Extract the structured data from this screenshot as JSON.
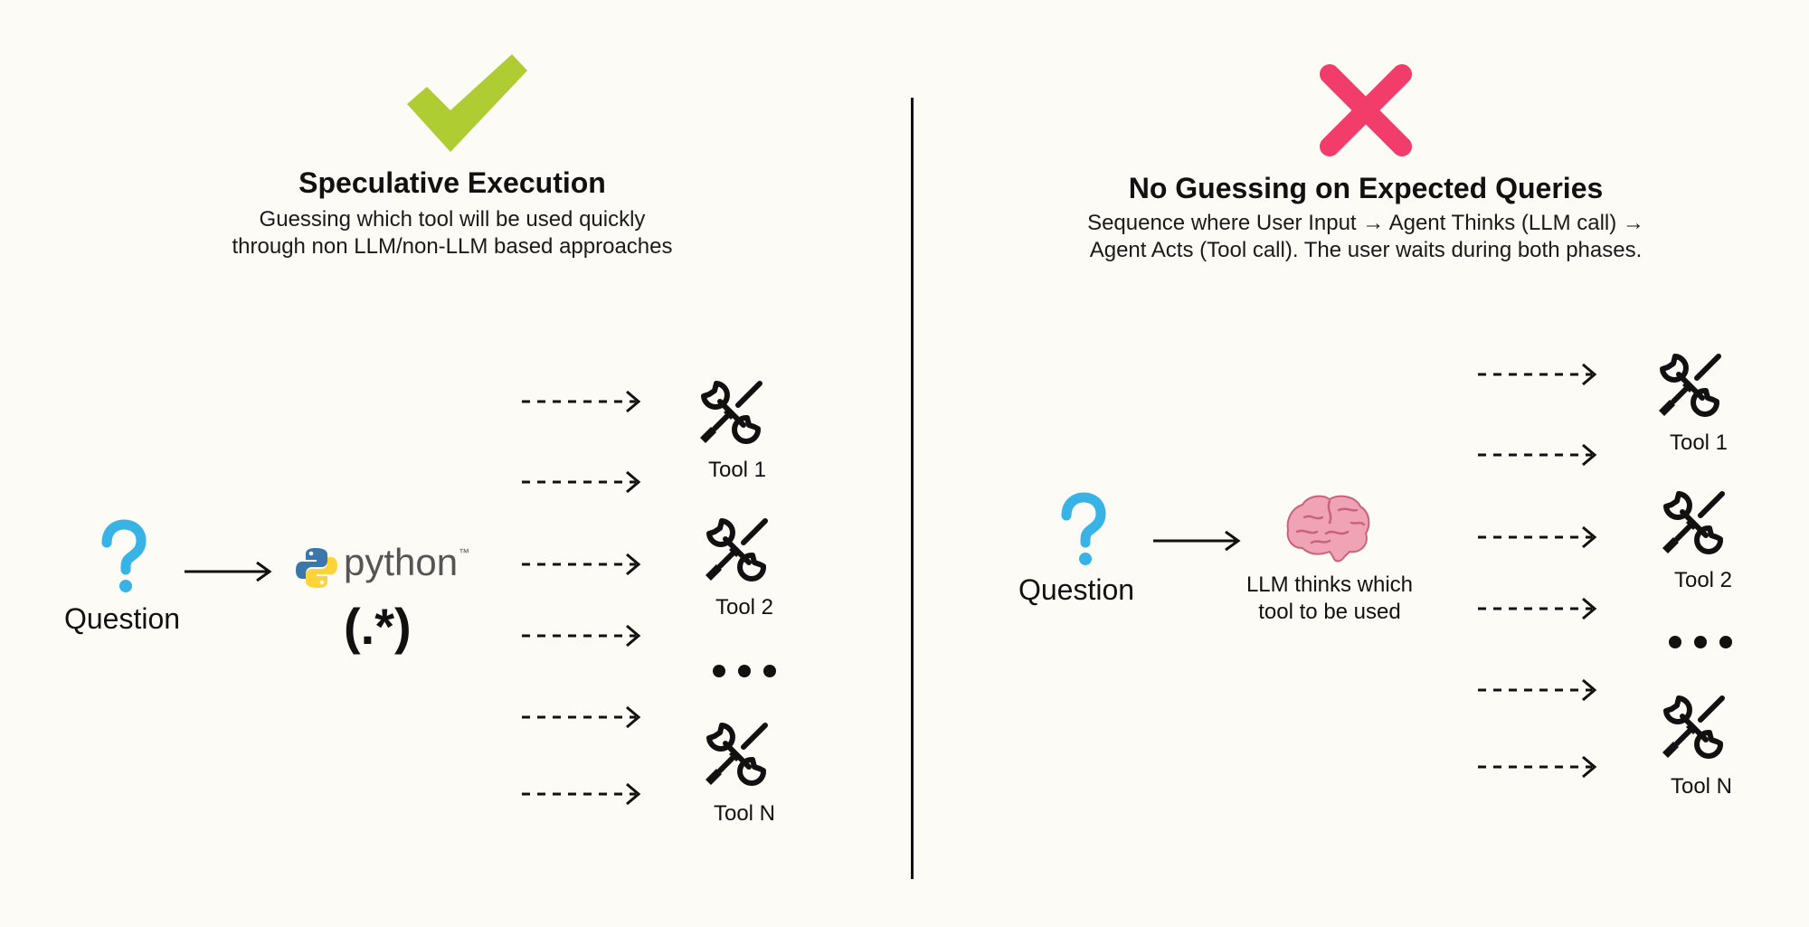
{
  "colors": {
    "background": "#fcfbf6",
    "check": "#afcd32",
    "cross": "#f23c6a",
    "question": "#37b3e6",
    "ink": "#111111",
    "python_blue": "#3a77ab",
    "python_yellow": "#ffd43b",
    "brain_pink": "#f0a3b4"
  },
  "left": {
    "status_icon": "checkmark-icon",
    "title": "Speculative Execution",
    "subtitle_lines": [
      "Guessing which tool will be used quickly",
      "through non LLM/non-LLM based approaches"
    ],
    "question_label": "Question",
    "python_word": "python",
    "python_tm": "™",
    "regex": "(.*)",
    "tools": [
      "Tool 1",
      "Tool 2",
      "Tool N"
    ],
    "ellipsis_icon": "ellipsis-icon"
  },
  "right": {
    "status_icon": "cross-icon",
    "title": "No Guessing on Expected Queries",
    "subtitle_lines": [
      "Sequence where User Input → Agent Thinks (LLM call) →",
      "Agent Acts (Tool call). The user waits during both phases."
    ],
    "question_label": "Question",
    "brain_caption_lines": [
      "LLM thinks which",
      "tool to be used"
    ],
    "tools": [
      "Tool 1",
      "Tool 2",
      "Tool N"
    ],
    "ellipsis_icon": "ellipsis-icon"
  }
}
